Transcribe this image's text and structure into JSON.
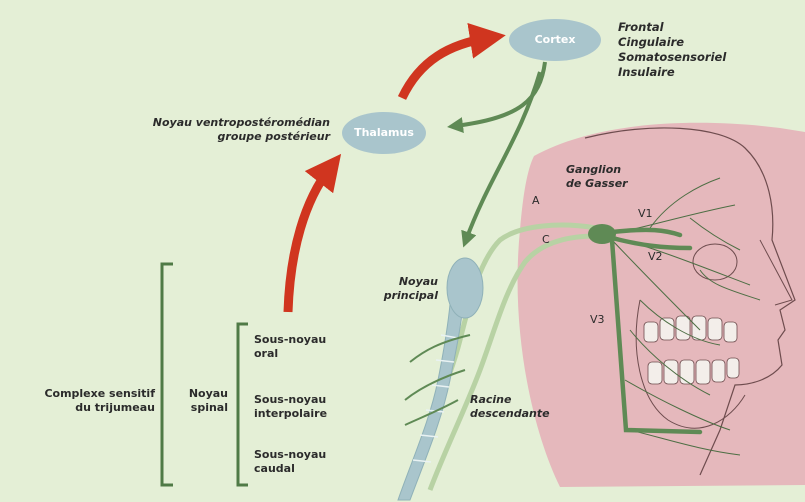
{
  "nodes": {
    "cortex": "Cortex",
    "thalamus": "Thalamus"
  },
  "cortex_regions": [
    "Frontal",
    "Cingulaire",
    "Somatosensoriel",
    "Insulaire"
  ],
  "thalamus_nuclei": [
    "Noyau ventropostéromédian",
    "groupe postérieur"
  ],
  "complexe": [
    "Complexe sensitif",
    "du trijumeau"
  ],
  "noyau_spinal": [
    "Noyau",
    "spinal"
  ],
  "sous_noyaux": {
    "oral": [
      "Sous-noyau",
      "oral"
    ],
    "interpolaire": [
      "Sous-noyau",
      "interpolaire"
    ],
    "caudal": [
      "Sous-noyau",
      "caudal"
    ]
  },
  "noyau_principal": [
    "Noyau",
    "principal"
  ],
  "racine": [
    "Racine",
    "descendante"
  ],
  "ganglion": [
    "Ganglion",
    "de Gasser"
  ],
  "branches": {
    "v1": "V1",
    "v2": "V2",
    "v3": "V3"
  },
  "fibres": {
    "a": "A",
    "c": "C"
  },
  "colors": {
    "background": "#e4efd6",
    "node_fill": "#a9c5cc",
    "arrow_red": "#d0351f",
    "nerve_green": "#5f8a55",
    "face_pink": "#e5b8bc",
    "bracket_green": "#4f7a46",
    "light_fiber": "#b8d2a4"
  }
}
